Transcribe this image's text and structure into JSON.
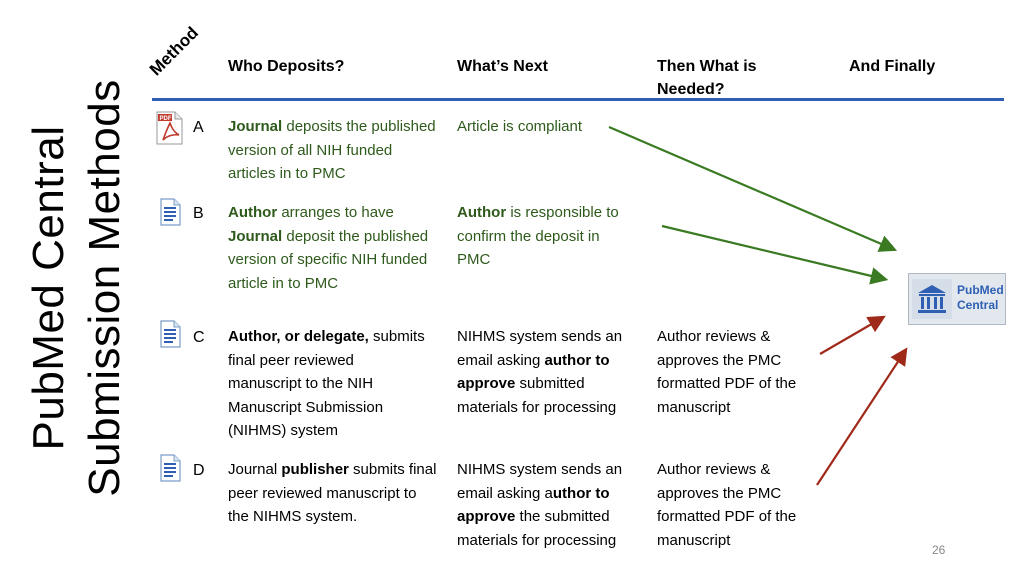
{
  "title": {
    "line1": "PubMed Central",
    "line2": "Submission Methods"
  },
  "header": {
    "method": "Method",
    "who": "Who Deposits?",
    "next": "What’s Next",
    "then_line1": "Then What is",
    "then_line2": "Needed?",
    "finally": "And Finally"
  },
  "rows": [
    {
      "letter": "A",
      "icon": "pdf-icon",
      "who": [
        "Journal deposits the published",
        "version of all NIH funded",
        "articles in to PMC"
      ],
      "next": [
        "Article is compliant"
      ],
      "then": []
    },
    {
      "letter": "B",
      "icon": "document-icon",
      "who": [
        "Author arranges to have",
        "Journal deposit the published",
        "version of specific NIH funded",
        "article in to PMC"
      ],
      "next": [
        "Author is responsible to",
        "confirm the deposit in",
        "PMC"
      ],
      "then": []
    },
    {
      "letter": "C",
      "icon": "document-icon",
      "who": [
        "Author, or delegate, submits",
        "final peer reviewed",
        "manuscript to the NIH",
        "Manuscript Submission",
        "(NIHMS) system"
      ],
      "next": [
        "NIHMS system sends an",
        "email asking author to",
        "approve submitted",
        "materials for processing"
      ],
      "then": [
        "Author reviews &",
        "approves the PMC",
        "formatted PDF of the",
        "manuscript"
      ]
    },
    {
      "letter": "D",
      "icon": "document-icon",
      "who": [
        "Journal publisher submits final",
        "peer reviewed manuscript to",
        "the NIHMS system."
      ],
      "next": [
        "NIHMS system sends an",
        "email asking author to",
        "approve the submitted",
        "materials for processing"
      ],
      "then": [
        "Author reviews &",
        "approves the PMC",
        "formatted PDF of the",
        "manuscript"
      ]
    }
  ],
  "logo": {
    "line1": "PubMed",
    "line2": "Central"
  },
  "page_number": "26",
  "colors": {
    "rule": "#2e5fb2",
    "green_text": "#2e5a1c",
    "arrow_green": "#3a7a23",
    "arrow_red": "#a02a1a"
  }
}
